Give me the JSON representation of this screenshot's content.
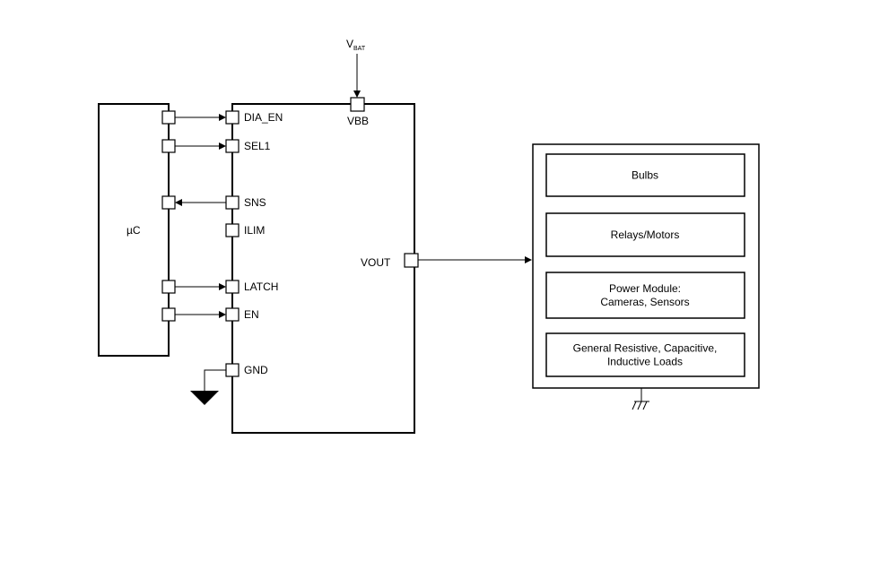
{
  "supply": {
    "label_main": "V",
    "label_sub": "BAT"
  },
  "mcu": {
    "label": "µC"
  },
  "device": {
    "top_pin": "VBB",
    "output_pin": "VOUT",
    "pins": [
      {
        "id": "dia-en",
        "label": "DIA_EN",
        "direction": "in"
      },
      {
        "id": "sel1",
        "label": "SEL1",
        "direction": "in"
      },
      {
        "id": "sns",
        "label": "SNS",
        "direction": "out"
      },
      {
        "id": "ilim",
        "label": "ILIM",
        "direction": "none"
      },
      {
        "id": "latch",
        "label": "LATCH",
        "direction": "in"
      },
      {
        "id": "en",
        "label": "EN",
        "direction": "in"
      },
      {
        "id": "gnd",
        "label": "GND",
        "direction": "ground"
      }
    ]
  },
  "loads": [
    {
      "id": "bulbs",
      "lines": [
        "Bulbs"
      ]
    },
    {
      "id": "relays-motors",
      "lines": [
        "Relays/Motors"
      ]
    },
    {
      "id": "power-module",
      "lines": [
        "Power Module:",
        "Cameras, Sensors"
      ]
    },
    {
      "id": "general-loads",
      "lines": [
        "General Resistive, Capacitive,",
        "Inductive Loads"
      ]
    }
  ]
}
